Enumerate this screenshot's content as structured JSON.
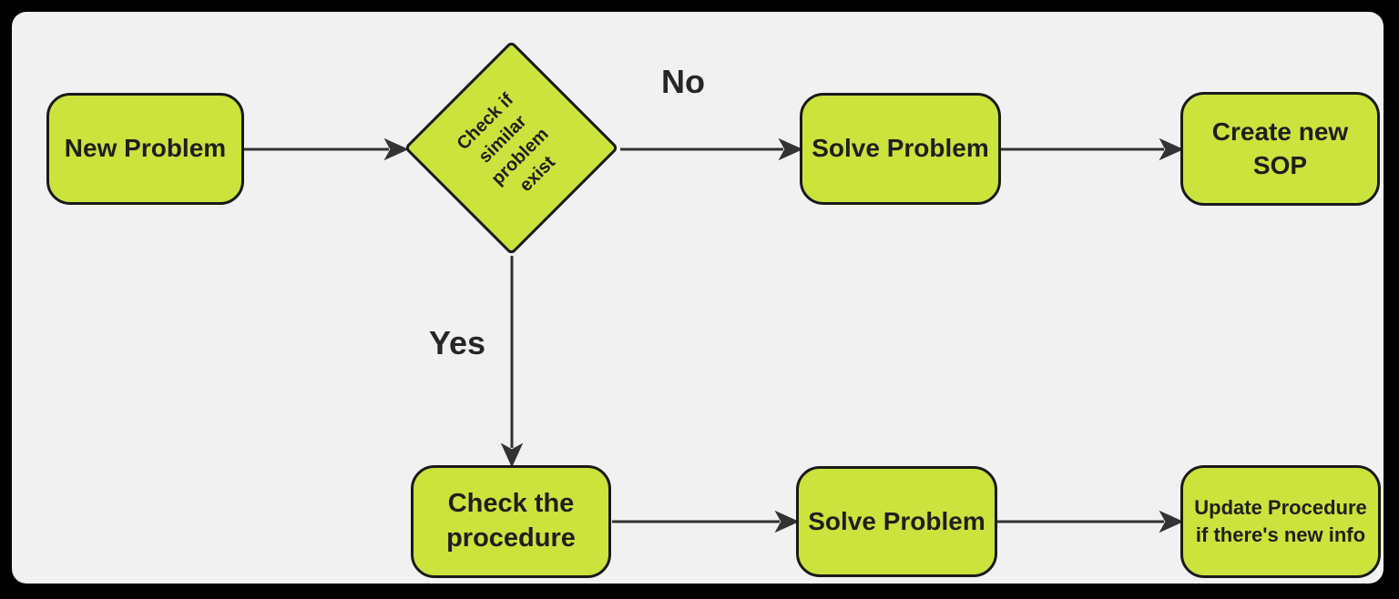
{
  "diagram": {
    "type": "flowchart",
    "colors": {
      "frame_bg": "#000000",
      "canvas_bg": "#f1f1f2",
      "node_fill": "#cce23d",
      "node_border": "#1a1a1a",
      "arrow": "#333333",
      "text": "#1f1f1f"
    },
    "nodes": {
      "new_problem": {
        "shape": "rounded-rect",
        "lines": [
          "New Problem"
        ]
      },
      "decision": {
        "shape": "diamond",
        "lines": [
          "Check if",
          "similar",
          "problem",
          "exist"
        ]
      },
      "solve_problem_top": {
        "shape": "rounded-rect",
        "lines": [
          "Solve Problem"
        ]
      },
      "create_sop": {
        "shape": "rounded-rect",
        "lines": [
          "Create new",
          "SOP"
        ]
      },
      "check_procedure": {
        "shape": "rounded-rect",
        "lines": [
          "Check the",
          "procedure"
        ]
      },
      "solve_problem_bottom": {
        "shape": "rounded-rect",
        "lines": [
          "Solve Problem"
        ]
      },
      "update_procedure": {
        "shape": "rounded-rect",
        "lines": [
          "Update Procedure",
          "if there's new info"
        ]
      }
    },
    "edges": {
      "no_label": "No",
      "yes_label": "Yes"
    }
  }
}
